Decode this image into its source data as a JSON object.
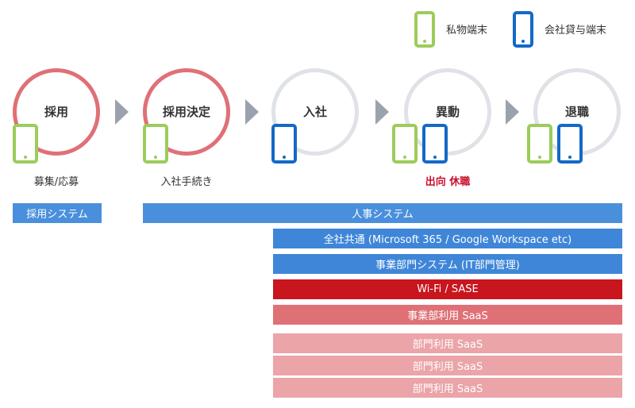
{
  "legend": [
    {
      "label": "私物端末",
      "color": "#9ccc5a"
    },
    {
      "label": "会社貸与端末",
      "color": "#1469c7"
    }
  ],
  "stages": [
    {
      "label": "採用",
      "ring_color": "#e07077",
      "devices": [
        "private"
      ],
      "sublabel": "募集/応募",
      "sublabel_color": "#333333"
    },
    {
      "label": "採用決定",
      "ring_color": "#e07077",
      "devices": [
        "private"
      ],
      "sublabel": "入社手続き",
      "sublabel_color": "#333333"
    },
    {
      "label": "入社",
      "ring_color": "#dfe2e6",
      "devices": [
        "company"
      ],
      "sublabel": "",
      "sublabel_color": "#333333"
    },
    {
      "label": "異動",
      "ring_color": "#dfe2e6",
      "devices": [
        "private",
        "company"
      ],
      "sublabel": "出向 休職",
      "sublabel_color": "#c8102e"
    },
    {
      "label": "退職",
      "ring_color": "#dfe2e6",
      "devices": [
        "private",
        "company"
      ],
      "sublabel": "",
      "sublabel_color": "#333333"
    }
  ],
  "systems": [
    {
      "label": "採用システム",
      "color": "#4a8fdc"
    },
    {
      "label": "人事システム",
      "color": "#4a8fdc"
    },
    {
      "label": "全社共通 (Microsoft 365 / Google Workspace etc)",
      "color": "#3f86d8"
    },
    {
      "label": "事業部門システム (IT部門管理)",
      "color": "#3f86d8"
    },
    {
      "label": "Wi-Fi / SASE",
      "color": "#c8151e"
    },
    {
      "label": "事業部利用 SaaS",
      "color": "#df7176"
    },
    {
      "label": "部門利用 SaaS",
      "color": "#eba4a8"
    },
    {
      "label": "部門利用 SaaS",
      "color": "#eba4a8"
    },
    {
      "label": "部門利用 SaaS",
      "color": "#eba4a8"
    }
  ]
}
